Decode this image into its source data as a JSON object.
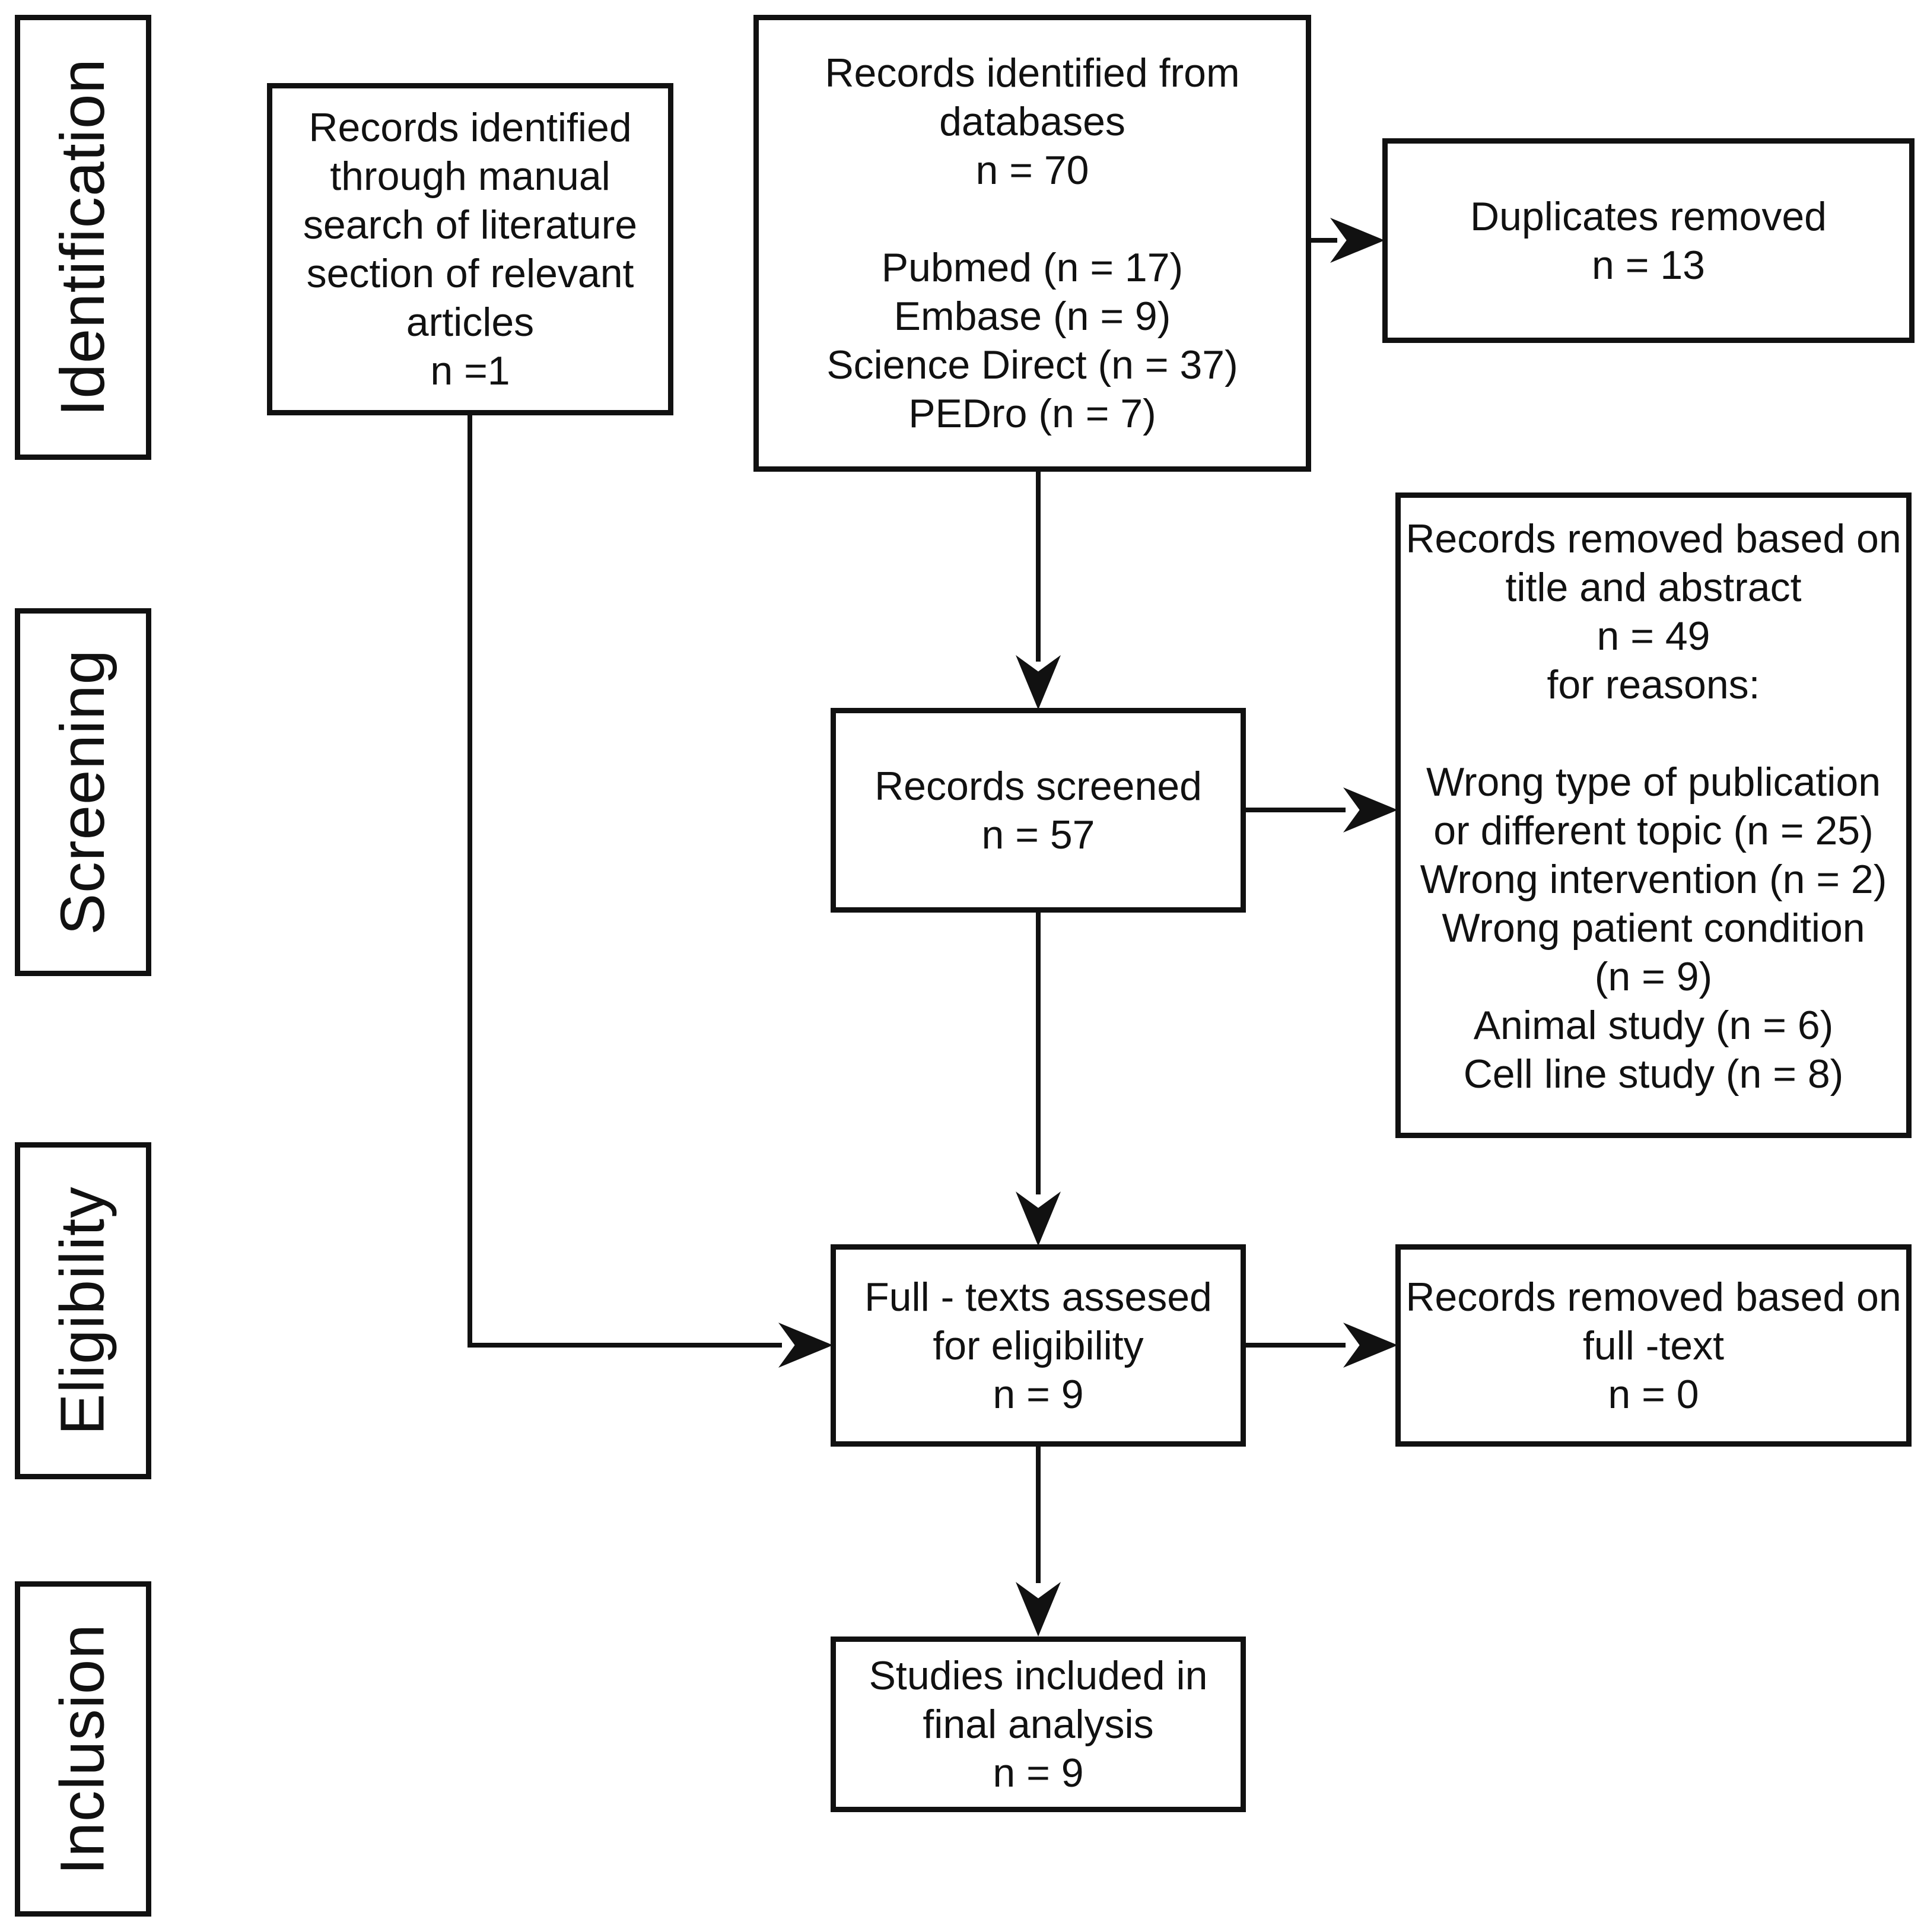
{
  "stages": [
    {
      "label": "Identification"
    },
    {
      "label": "Screening"
    },
    {
      "label": "Eligibility"
    },
    {
      "label": "Inclusion"
    }
  ],
  "boxes": {
    "manual_search": {
      "lines": [
        "Records identified",
        "through manual",
        "search of literature",
        "section of relevant",
        "articles",
        "n =1"
      ]
    },
    "databases": {
      "header_lines": [
        "Records identified from",
        "databases",
        "n = 70"
      ],
      "source_lines": [
        "Pubmed (n = 17)",
        "Embase (n = 9)",
        "Science Direct (n = 37)",
        "PEDro (n = 7)"
      ]
    },
    "duplicates_removed": {
      "lines": [
        "Duplicates removed",
        "n = 13"
      ]
    },
    "records_screened": {
      "lines": [
        "Records screened",
        "n = 57"
      ]
    },
    "title_abstract_removed": {
      "header_lines": [
        "Records removed based on",
        "title and abstract",
        "n = 49",
        "for reasons:"
      ],
      "reason_lines": [
        "Wrong type of publication",
        "or different topic (n = 25)",
        "Wrong intervention (n = 2)",
        "Wrong patient condition",
        "(n = 9)",
        "Animal study (n = 6)",
        "Cell line study (n = 8)"
      ]
    },
    "full_text_assessed": {
      "lines": [
        "Full - texts assesed",
        "for eligibility",
        "n = 9"
      ]
    },
    "full_text_removed": {
      "lines": [
        "Records removed based on",
        "full -text",
        "n = 0"
      ]
    },
    "studies_included": {
      "lines": [
        "Studies included in",
        "final analysis",
        "n = 9"
      ]
    }
  },
  "colors": {
    "line": "#111111",
    "background": "#ffffff",
    "text": "#111111"
  }
}
